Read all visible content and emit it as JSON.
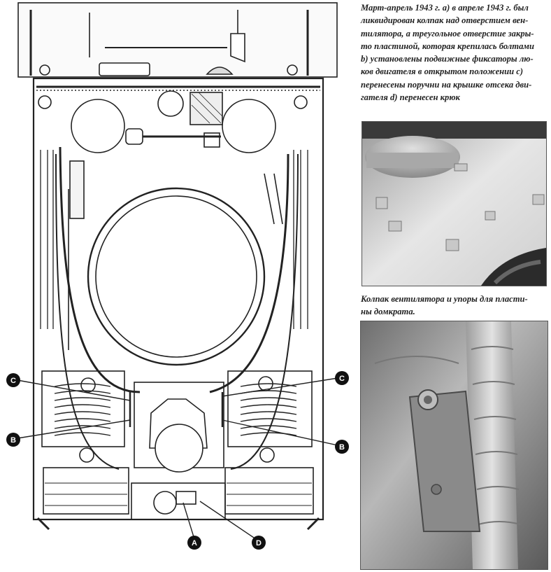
{
  "caption": {
    "lines": [
      "Март-апрель 1943 г.  a) в апреле 1943 г. был",
      "ликвидирован колпак над отверстием вен-",
      "тилятора, а треугольное отверстие закры-",
      "то пластиной, которая крепилась болтами",
      "b) установлены подвижные фиксаторы лю-",
      "ков двигателя в открытом положении  c)",
      "перенесены поручни на крышке отсека дви-",
      "гателя  d) перенесен крюк"
    ]
  },
  "photo_caption": {
    "lines": [
      "Колпак вентилятора и упоры для пласти-",
      "ны домкрата."
    ]
  },
  "callouts": {
    "a": "A",
    "b": "B",
    "c": "C",
    "d": "D"
  }
}
